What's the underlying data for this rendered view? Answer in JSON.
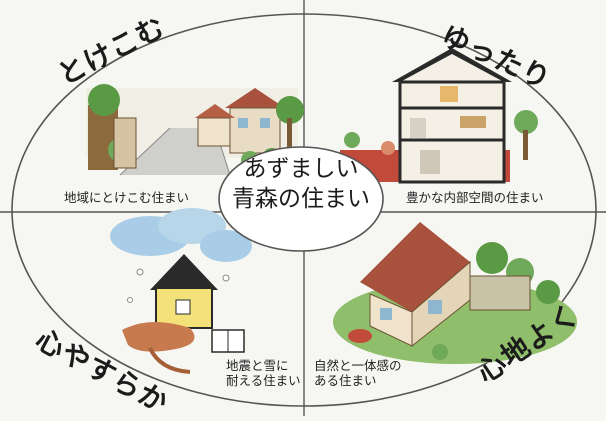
{
  "center": {
    "line1": "あずましい",
    "line2": "青森の住まい"
  },
  "quadrants": {
    "top_left": {
      "heading": "とけこむ",
      "caption": "地域にとけこむ住まい",
      "illustration": "street-houses-illustration"
    },
    "top_right": {
      "heading": "ゆったり",
      "caption": "豊かな内部空間の住まい",
      "illustration": "house-cutaway-illustration"
    },
    "bottom_left": {
      "heading": "心やすらか",
      "caption_line1": "地震と雪に",
      "caption_line2": "耐える住まい",
      "illustration": "storm-resistant-house-illustration"
    },
    "bottom_right": {
      "heading": "心地よく",
      "caption_line1": "自然と一体感の",
      "caption_line2": "ある住まい",
      "illustration": "house-with-garden-illustration"
    }
  },
  "colors": {
    "background": "#f6f6f3",
    "line": "#555555",
    "roof": "#a8513c",
    "wall": "#e9dcc4",
    "snow_house": "#f3e27a",
    "cloud": "#a9cde6",
    "greenery": "#5a9a45",
    "floor": "#c24a3a"
  }
}
